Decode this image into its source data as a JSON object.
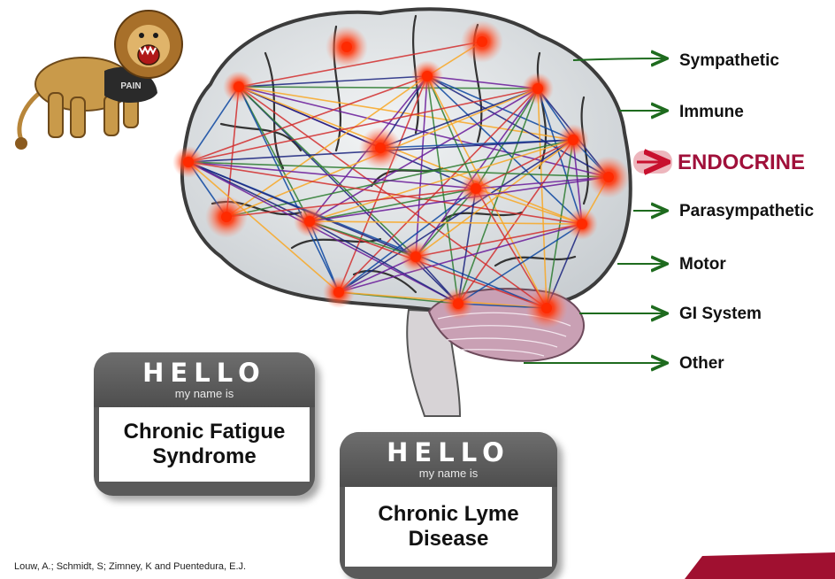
{
  "outputs": [
    {
      "label": "Sympathetic",
      "highlight": false
    },
    {
      "label": "Immune",
      "highlight": false
    },
    {
      "label": "ENDOCRINE",
      "highlight": true
    },
    {
      "label": "Parasympathetic",
      "highlight": false
    },
    {
      "label": "Motor",
      "highlight": false
    },
    {
      "label": "GI System",
      "highlight": false
    },
    {
      "label": "Other",
      "highlight": false
    }
  ],
  "tags": [
    {
      "hello": "HELLO",
      "subtitle": "my name is",
      "name_line1": "Chronic Fatigue",
      "name_line2": "Syndrome"
    },
    {
      "hello": "HELLO",
      "subtitle": "my name is",
      "name_line1": "Chronic Lyme",
      "name_line2": "Disease"
    }
  ],
  "lion": {
    "shirt_text": "PAIN"
  },
  "citation": "Louw, A.; Schmidt, S; Zimney, K and Puentedura, E.J.",
  "colors": {
    "arrow": "#1e6b1e",
    "highlight_arrow": "#c8102e",
    "highlight_text": "#a0103a",
    "node": "#ff2a00",
    "brain_fill": "#dfe3e6",
    "brain_outline": "#444444",
    "cerebellum": "#c9a0b4",
    "corner_band": "#a01030"
  },
  "network_line_colors": [
    "#1a237e",
    "#d32f2f",
    "#2e7d32",
    "#f9a825",
    "#6a1b9a",
    "#0d47a1"
  ]
}
